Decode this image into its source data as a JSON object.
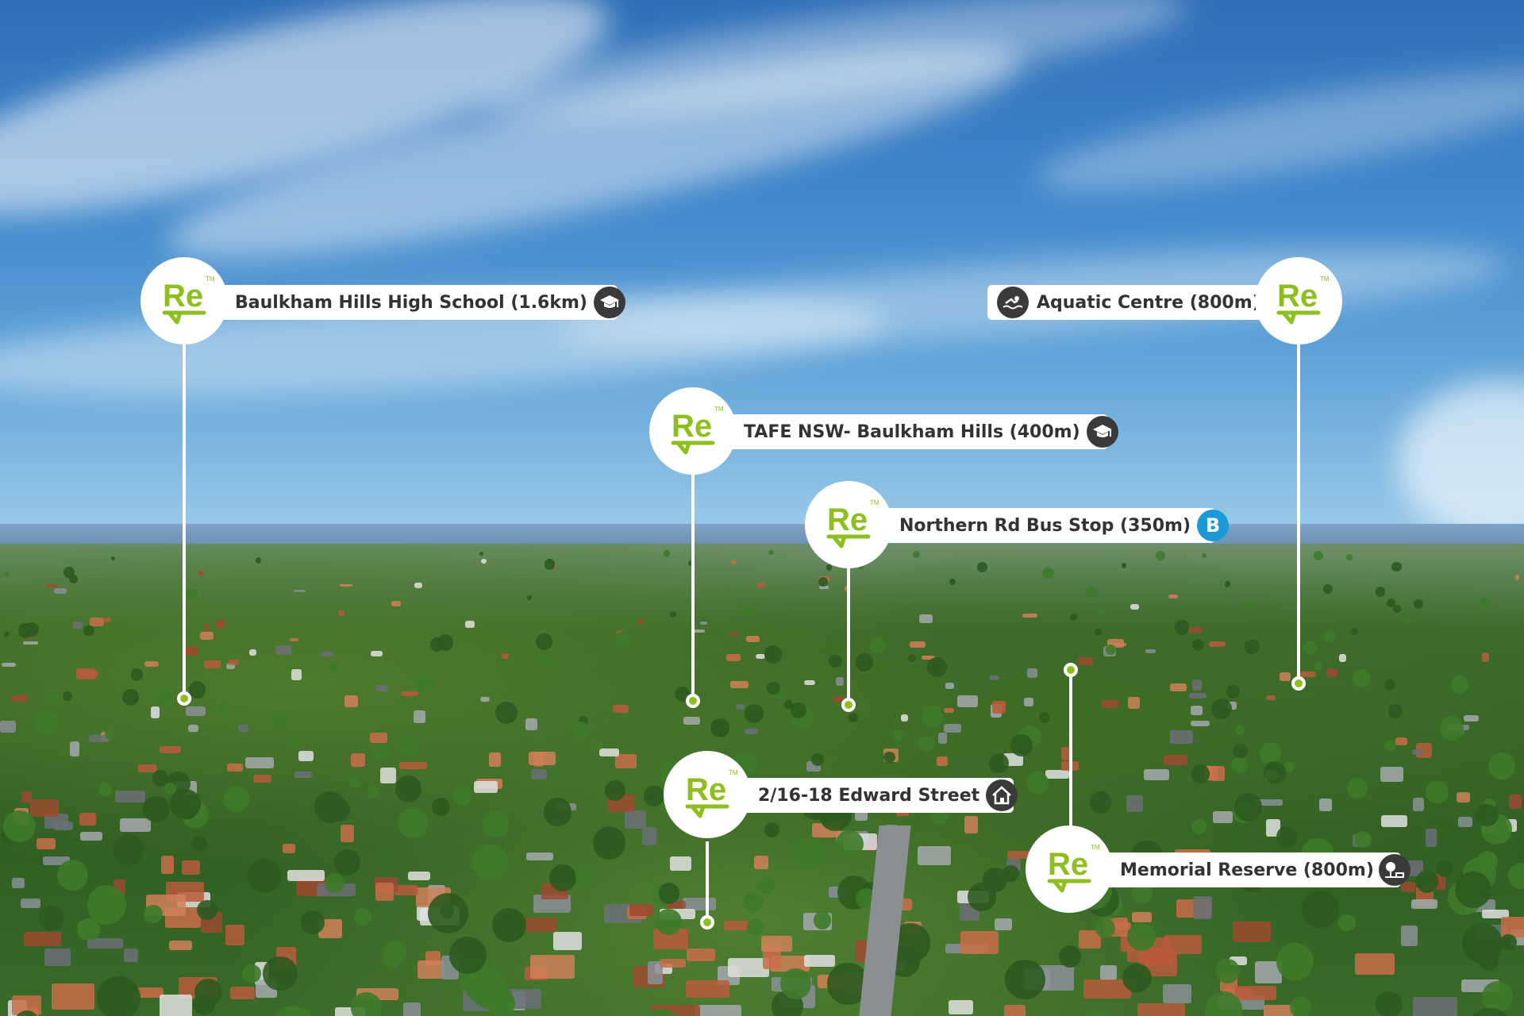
{
  "brand": {
    "logo_text": "Re",
    "trademark": "TM",
    "accent_color": "#8dbf1e",
    "bus_color": "#1a9ad6"
  },
  "markers": [
    {
      "id": "school",
      "label": "Baulkham Hills High School (1.6km)",
      "icon": "graduation-cap-icon"
    },
    {
      "id": "aquatic",
      "label": "Aquatic Centre (800m)",
      "icon": "swimming-icon"
    },
    {
      "id": "tafe",
      "label": "TAFE NSW- Baulkham Hills (400m)",
      "icon": "graduation-cap-icon"
    },
    {
      "id": "bus",
      "label": "Northern Rd Bus Stop (350m)",
      "icon": "bus-stop-icon",
      "icon_letter": "B"
    },
    {
      "id": "property",
      "label": "2/16-18 Edward Street",
      "icon": "house-icon"
    },
    {
      "id": "reserve",
      "label": "Memorial Reserve (800m)",
      "icon": "park-tree-icon"
    }
  ]
}
